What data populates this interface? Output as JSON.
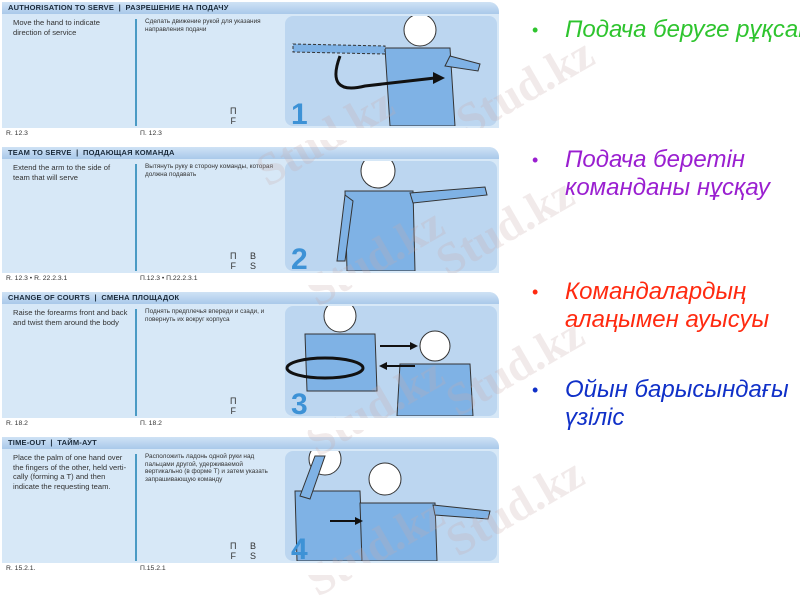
{
  "panels": [
    {
      "title_en": "AUTHORISATION TO SERVE",
      "title_ru": "РАЗРЕШЕНИЕ НА ПОДАЧУ",
      "desc_en": "Move the hand to indicate direction of service",
      "desc_ru": "Сделать движение рукой для указания направления подачи",
      "codes": [
        [
          "П",
          "F"
        ]
      ],
      "ref_en": "R. 12.3",
      "ref_ru": "П. 12.3",
      "number": "1"
    },
    {
      "title_en": "TEAM TO SERVE",
      "title_ru": "ПОДАЮЩАЯ КОМАНДА",
      "desc_en": "Extend the arm to the side of team that will serve",
      "desc_ru": "Вытянуть руку в сторону команды, которая должна подавать",
      "codes": [
        [
          "П",
          "F"
        ],
        [
          "B",
          "S"
        ]
      ],
      "ref_en": "R. 12.3 • R. 22.2.3.1",
      "ref_ru": "П.12.3 • П.22.2.3.1",
      "number": "2"
    },
    {
      "title_en": "CHANGE OF COURTS",
      "title_ru": "СМЕНА ПЛОЩАДОК",
      "desc_en": "Raise the forearms front and back and twist them around the body",
      "desc_ru": "Поднять предплечья впереди и сзади, и повернуть их вокруг корпуса",
      "codes": [
        [
          "П",
          "F"
        ]
      ],
      "ref_en": "R. 18.2",
      "ref_ru": "П. 18.2",
      "number": "3"
    },
    {
      "title_en": "TIME-OUT",
      "title_ru": "ТАЙМ-АУТ",
      "desc_en": "Place the palm of one hand over the fingers of the other, held verti-cally (forming a T) and then indicate the requesting team.",
      "desc_ru": "Расположить ладонь одной руки над пальцами другой, удерживаемой вертикально (в форме Т) и затем указать запрашивающую команду",
      "codes": [
        [
          "П",
          "F"
        ],
        [
          "B",
          "S"
        ]
      ],
      "ref_en": "R. 15.2.1.",
      "ref_ru": "П.15.2.1",
      "number": "4"
    }
  ],
  "bullets": [
    {
      "text": "Подача беруге рұқсат",
      "color": "#2ec42e"
    },
    {
      "text": "Подача беретін команданы нұсқау",
      "color": "#9a1fd0"
    },
    {
      "text": "Командалардың алаңымен ауысуы",
      "color": "#ff2a10"
    },
    {
      "text": "Ойын барысындағы үзіліс",
      "color": "#1030c8"
    }
  ],
  "watermark": "Stud.kz",
  "colors": {
    "panel_bg": "#d7e8f7",
    "accent": "#3d92d6",
    "figure": "#7fb2e5"
  }
}
